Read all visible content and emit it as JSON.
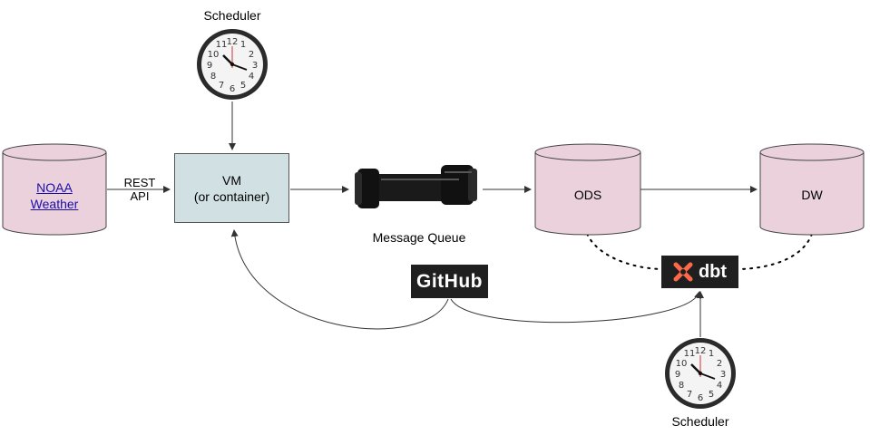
{
  "nodes": {
    "source": {
      "line1": "NOAA",
      "line2": "Weather"
    },
    "vm": {
      "line1": "VM",
      "line2": "(or container)"
    },
    "queue": {
      "label": "Message Queue"
    },
    "ods": {
      "label": "ODS"
    },
    "dw": {
      "label": "DW"
    },
    "github": {
      "label": "GitHub"
    },
    "dbt": {
      "label": "dbt"
    }
  },
  "edges": {
    "api": {
      "line1": "REST",
      "line2": "API"
    }
  },
  "schedulers": {
    "top": {
      "label": "Scheduler"
    },
    "bottom": {
      "label": "Scheduler"
    }
  },
  "colors": {
    "cylinder_fill": "#ead1dc",
    "vm_fill": "#d0e0e3",
    "badge_bg": "#1f1f1f",
    "dbt_accent": "#ff694a"
  }
}
